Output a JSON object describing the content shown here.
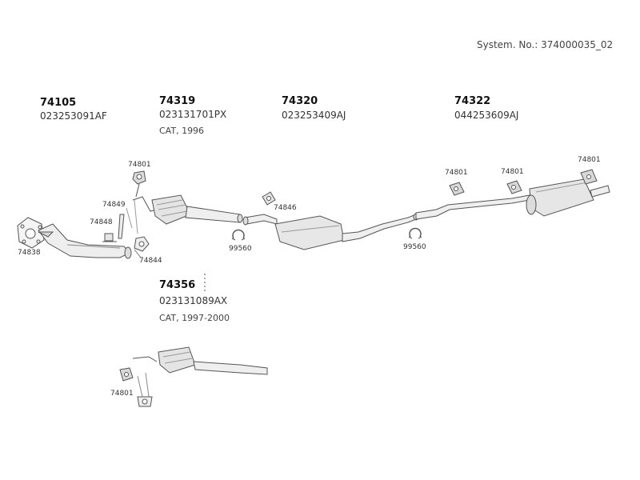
{
  "header": {
    "system_no": "System. No.: 374000035_02"
  },
  "parts": [
    {
      "num": "74105",
      "oe": "023253091AF",
      "note": ""
    },
    {
      "num": "74319",
      "oe": "023131701PX",
      "note": "CAT, 1996"
    },
    {
      "num": "74320",
      "oe": "023253409AJ",
      "note": ""
    },
    {
      "num": "74322",
      "oe": "044253609AJ",
      "note": ""
    },
    {
      "num": "74356",
      "oe": "023131089AX",
      "note": "CAT, 1997-2000"
    }
  ],
  "callouts": {
    "c74801a": "74801",
    "c74849": "74849",
    "c74848": "74848",
    "c74838": "74838",
    "c74844": "74844",
    "c99560a": "99560",
    "c74846": "74846",
    "c99560b": "99560",
    "c74801b": "74801",
    "c74801c": "74801",
    "c74801d": "74801",
    "c74801e": "74801"
  }
}
